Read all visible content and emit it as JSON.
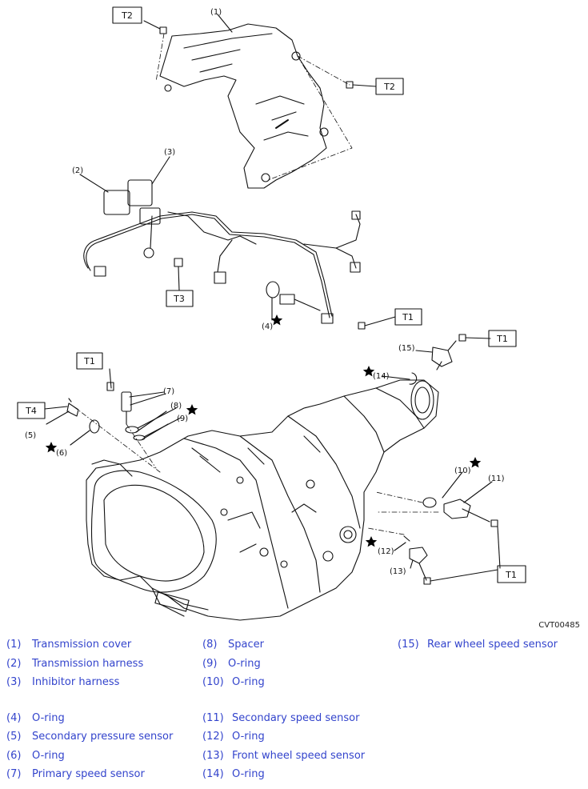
{
  "figure_code": "CVT00485",
  "labels": {
    "t2a": "T2",
    "t2b": "T2",
    "t3": "T3",
    "t1a": "T1",
    "t1b": "T1",
    "t1c": "T1",
    "t4": "T4",
    "t1d": "T1"
  },
  "callouts": {
    "c1": "(1)",
    "c2": "(2)",
    "c3": "(3)",
    "c4": "(4)",
    "c5": "(5)",
    "c6": "(6)",
    "c7": "(7)",
    "c8": "(8)",
    "c9": "(9)",
    "c10": "(10)",
    "c11": "(11)",
    "c12": "(12)",
    "c13": "(13)",
    "c14": "(14)",
    "c15": "(15)"
  },
  "legend": [
    {
      "num": "(1)",
      "name": "Transmission cover"
    },
    {
      "num": "(2)",
      "name": "Transmission harness"
    },
    {
      "num": "(3)",
      "name": "Inhibitor harness"
    },
    {
      "num": "(4)",
      "name": "O-ring"
    },
    {
      "num": "(5)",
      "name": "Secondary pressure sensor"
    },
    {
      "num": "(6)",
      "name": "O-ring"
    },
    {
      "num": "(7)",
      "name": "Primary speed sensor"
    },
    {
      "num": "(8)",
      "name": "Spacer"
    },
    {
      "num": "(9)",
      "name": "O-ring"
    },
    {
      "num": "(10)",
      "name": "O-ring"
    },
    {
      "num": "(11)",
      "name": "Secondary speed sensor"
    },
    {
      "num": "(12)",
      "name": "O-ring"
    },
    {
      "num": "(13)",
      "name": "Front wheel speed sensor"
    },
    {
      "num": "(14)",
      "name": "O-ring"
    },
    {
      "num": "(15)",
      "name": "Rear wheel speed sensor"
    }
  ]
}
